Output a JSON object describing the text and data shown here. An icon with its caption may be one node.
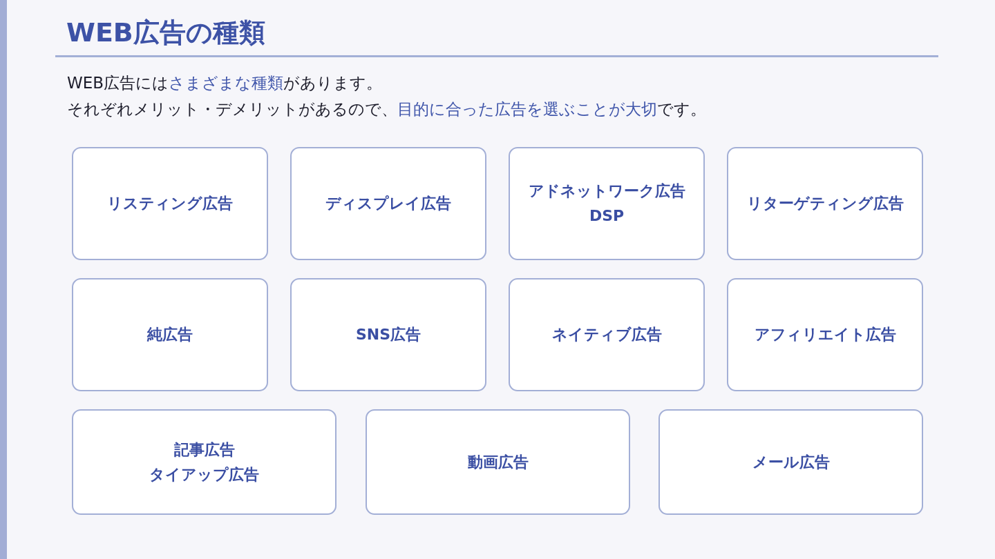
{
  "diagram": {
    "title": "WEB広告の種類",
    "nodes": [
      {
        "text": [
          "リスティング広告"
        ]
      },
      {
        "text": [
          "ディスプレイ広告"
        ]
      },
      {
        "text": [
          "アドネットワーク広告",
          "DSP"
        ]
      },
      {
        "text": [
          "リターゲティング広告"
        ]
      },
      {
        "text": [
          "純広告"
        ]
      },
      {
        "text": [
          "SNS広告"
        ]
      },
      {
        "text": [
          "ネイティブ広告"
        ]
      },
      {
        "text": [
          "アフィリエイト広告"
        ]
      },
      {
        "text": [
          "記事広告",
          "タイアップ広告"
        ]
      },
      {
        "text": [
          "動画広告"
        ]
      },
      {
        "text": [
          "メール広告"
        ]
      }
    ],
    "labels": [
      "WEB広告には**さまざまな種類**があります。",
      "それぞれメリット・デメリットがあるので、**目的に合った広告を選ぶことが大切**です。"
    ]
  }
}
